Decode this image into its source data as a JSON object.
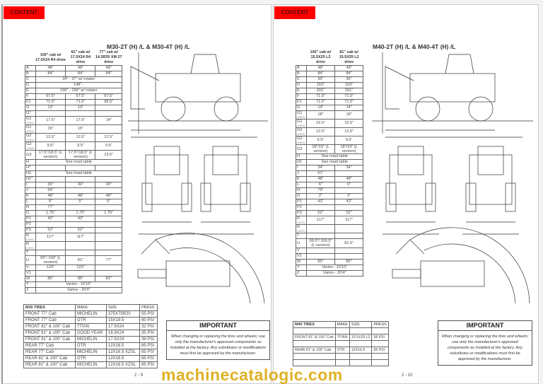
{
  "header_tab": "CONTENT",
  "watermark": "machinecatalogic.com",
  "left": {
    "title": "M30-2T (H) /L & M30-4T (H) /L",
    "columns": [
      "100\" cab w/ 17.5X24 R4 drive",
      "81\" cab w/ 17.5X24 R4 drive",
      "77\" cab w/ 14.5R20 XM 27 drive"
    ],
    "rows": [
      {
        "label": "A",
        "values": [
          "48\"",
          "48\"",
          "48\""
        ]
      },
      {
        "label": "B",
        "values": [
          "84\"",
          "84\"",
          "84\""
        ]
      },
      {
        "label": "C",
        "span": "34\" - 37\" w/ rotator"
      },
      {
        "label": "D",
        "span": "148\" -"
      },
      {
        "label": "E",
        "span": "196\" - 199\" w/ rotator"
      },
      {
        "label": "F",
        "values": [
          "67.5\"",
          "67.5\"",
          "67.5\""
        ]
      },
      {
        "label": "F1",
        "values": [
          "71.5\"",
          "71.5\"",
          "68.5\""
        ]
      },
      {
        "label": "G",
        "values": [
          "13\"",
          "13\"",
          ""
        ]
      },
      {
        "label": "G*",
        "values": [
          "",
          "",
          ""
        ]
      },
      {
        "label": "G1",
        "sub": "(2WD)",
        "values": [
          "17.5\"",
          "17.5\"",
          "14\""
        ]
      },
      {
        "label": "G1",
        "sub": "(4WD)",
        "values": [
          "15\"",
          "15\"",
          ""
        ]
      },
      {
        "label": "G2",
        "sub": "(2WD)",
        "values": [
          "12.5\"",
          "12.5\"",
          "12.5\""
        ]
      },
      {
        "label": "G2",
        "sub": "(4WD)",
        "values": [
          "9.5\"",
          "9.5\"",
          "9.5\""
        ]
      },
      {
        "label": "G3",
        "values": [
          "17.5\"/18.5\" (L version)",
          "17.5\"/18.5\" (L version)",
          "13.5\""
        ]
      },
      {
        "label": "H",
        "span": "See mast table"
      },
      {
        "label": "H*",
        "values": [
          "",
          "",
          ""
        ]
      },
      {
        "label": "H1",
        "span": "See mast table"
      },
      {
        "label": "H1*",
        "values": [
          "",
          "",
          ""
        ]
      },
      {
        "label": "I",
        "values": [
          "30\"",
          "30\"",
          "30\""
        ]
      },
      {
        "label": "J",
        "values": [
          "59\"",
          "",
          ""
        ]
      },
      {
        "label": "K",
        "values": [
          "48\"",
          "48\"",
          "48\""
        ]
      },
      {
        "label": "L",
        "values": [
          "5\"",
          "5\"",
          "5\""
        ]
      },
      {
        "label": "N",
        "values": [
          "77\"",
          "",
          ""
        ]
      },
      {
        "label": "O",
        "values": [
          "1.75\"",
          "1.75\"",
          "1.75\""
        ]
      },
      {
        "label": "P1",
        "values": [
          "43\"",
          "43\"",
          ""
        ]
      },
      {
        "label": "P2",
        "values": [
          "",
          "",
          ""
        ]
      },
      {
        "label": "P3",
        "values": [
          "52\"",
          "52\"",
          ""
        ]
      },
      {
        "label": "R",
        "sub": "(2WD)",
        "values": [
          "117\"",
          "117\"",
          ""
        ]
      },
      {
        "label": "R",
        "sub": "(4WD)",
        "values": [
          "",
          "",
          ""
        ]
      },
      {
        "label": "T",
        "values": [
          "",
          "",
          ""
        ]
      },
      {
        "label": "U",
        "values": [
          "99\"/ 100\" (L version)",
          "81\"",
          "77\""
        ]
      },
      {
        "label": "V",
        "values": [
          "123\"",
          "123\"",
          ""
        ]
      },
      {
        "label": "V1",
        "values": [
          "",
          "",
          ""
        ]
      },
      {
        "label": "W",
        "values": [
          "85\"",
          "85\"",
          "82\""
        ]
      },
      {
        "label": "Y",
        "span": "Varies - 10'10\""
      },
      {
        "label": "Z",
        "span": "Varies - 20'4\""
      }
    ],
    "tires": {
      "headers": [
        "M30 TIRES",
        "MAKE",
        "SIZE",
        "PRESS"
      ],
      "rows": [
        [
          "FRONT  77\" Cab",
          "MICHELIN",
          "375X75R20",
          "55 PSI"
        ],
        [
          "FRONT  77\" Cab",
          "OTR",
          "15X19.5",
          "60 PSI"
        ],
        [
          "FRONT 81\" & 100\" Cab",
          "TITAN",
          "17.5X24",
          "32 PSI"
        ],
        [
          "FRONT 81\" & 100\" Cab",
          "GOOD YEAR",
          "16.9X24",
          "35 PSI"
        ],
        [
          "FRONT 81\" & 100\" Cab",
          "MICHELIN",
          "17.5X24",
          "39 PSI"
        ],
        [
          "REAR    77\" Cab",
          "OTR",
          "12X16.5",
          "65 PSI"
        ],
        [
          "REAR    77\" Cab",
          "MICHELIN",
          "12X16.5 XZSL",
          "65 PSI"
        ],
        [
          "REAR 81\" & 100\" Cab",
          "OTR",
          "12X16.5",
          "65 PSI"
        ],
        [
          "REAR 81\" & 100\" Cab",
          "MICHELIN",
          "12X16.5 XZSL",
          "65 PSI"
        ]
      ]
    },
    "important": {
      "heading": "IMPORTANT",
      "text": "When changing or replacing the tires and wheels; use only the manufacturer's approved components as installed at the factory. Any substitutes or modifications must first be approved by the manufacturer."
    },
    "page_number": "2 - 9"
  },
  "right": {
    "title": "M40-2T (H) /L & M40-4T (H) /L",
    "columns": [
      "100\" cab w/ 15.5X25 L2 drive",
      "81\" cab w/ 15.5X25 L2 drive"
    ],
    "rows": [
      {
        "label": "A",
        "values": [
          "48\"",
          "48\""
        ]
      },
      {
        "label": "B",
        "values": [
          "84\"",
          "84\""
        ]
      },
      {
        "label": "C",
        "values": [
          "35\"",
          "35\""
        ]
      },
      {
        "label": "D",
        "values": [
          "153\"",
          "153\""
        ]
      },
      {
        "label": "E",
        "values": [
          "201\"",
          "201\""
        ]
      },
      {
        "label": "F",
        "values": [
          "71.5\"",
          "71.5\""
        ]
      },
      {
        "label": "F1",
        "values": [
          "71.5\"",
          "71.5\""
        ]
      },
      {
        "label": "G",
        "values": [
          "14\"",
          "14\""
        ]
      },
      {
        "label": "G1",
        "sub": "(2WD)",
        "values": [
          "18\"",
          "18\""
        ]
      },
      {
        "label": "G1",
        "sub": "(4WD)",
        "values": [
          "15.5\"",
          "15.5\""
        ]
      },
      {
        "label": "G2",
        "sub": "(2WD)",
        "values": [
          "12.5\"",
          "12.5\""
        ]
      },
      {
        "label": "G2",
        "sub": "(4WD)",
        "values": [
          "9.5\"",
          "9.5\""
        ]
      },
      {
        "label": "G3",
        "values": [
          "18\"/19\" (L version)",
          "18\"/19\" (L version)"
        ]
      },
      {
        "label": "H",
        "span": "See mast table"
      },
      {
        "label": "H1",
        "span": "See mast table"
      },
      {
        "label": "I",
        "values": [
          "34\"",
          "34\""
        ]
      },
      {
        "label": "J",
        "values": [
          "61\"",
          ""
        ]
      },
      {
        "label": "K",
        "values": [
          "48\"",
          "48\""
        ]
      },
      {
        "label": "L",
        "values": [
          "6\"",
          "6\""
        ]
      },
      {
        "label": "N",
        "values": [
          "79\"",
          ""
        ]
      },
      {
        "label": "O",
        "values": [
          "2\"",
          "2\""
        ]
      },
      {
        "label": "P1",
        "values": [
          "43\"",
          "43\""
        ]
      },
      {
        "label": "P2",
        "values": [
          "",
          ""
        ]
      },
      {
        "label": "P3",
        "values": [
          "52\"",
          "52\""
        ]
      },
      {
        "label": "R",
        "sub": "(2WD)",
        "values": [
          "117\"",
          "117\""
        ]
      },
      {
        "label": "R",
        "sub": "(4WD)",
        "values": [
          "",
          ""
        ]
      },
      {
        "label": "T",
        "values": [
          "",
          ""
        ]
      },
      {
        "label": "U",
        "values": [
          "99.5\"/ 100.5\" (L version)",
          "81.5\""
        ]
      },
      {
        "label": "V",
        "values": [
          "",
          ""
        ]
      },
      {
        "label": "V1",
        "values": [
          "",
          ""
        ]
      },
      {
        "label": "W",
        "values": [
          "85\"",
          "85\""
        ]
      },
      {
        "label": "Y",
        "span": "Varies - 10'10\""
      },
      {
        "label": "Z",
        "span": "Varies - 20'4\""
      }
    ],
    "tires": {
      "headers": [
        "M40 TIRES",
        "MAKE",
        "SIZE",
        "PRESS"
      ],
      "rows": [
        [
          "",
          "",
          "",
          ""
        ],
        [
          "FRONT 81\" & 100\" Cab",
          "TITAN",
          "15.5X25 L2",
          "58 PSI"
        ],
        [
          "",
          "",
          "",
          ""
        ],
        [
          "REAR 81\" & 100\" Cab",
          "OTR",
          "12X16.5",
          "65 PSI"
        ],
        [
          "",
          "",
          "",
          ""
        ],
        [
          "",
          "",
          "",
          ""
        ]
      ]
    },
    "important": {
      "heading": "IMPORTANT",
      "text": "When changing or replacing the tires and wheels; use only the manufacturer's approved components as installed at the factory. Any substitutes or modifications must first be approved by the manufacturer."
    },
    "page_number": "2 - 10"
  }
}
